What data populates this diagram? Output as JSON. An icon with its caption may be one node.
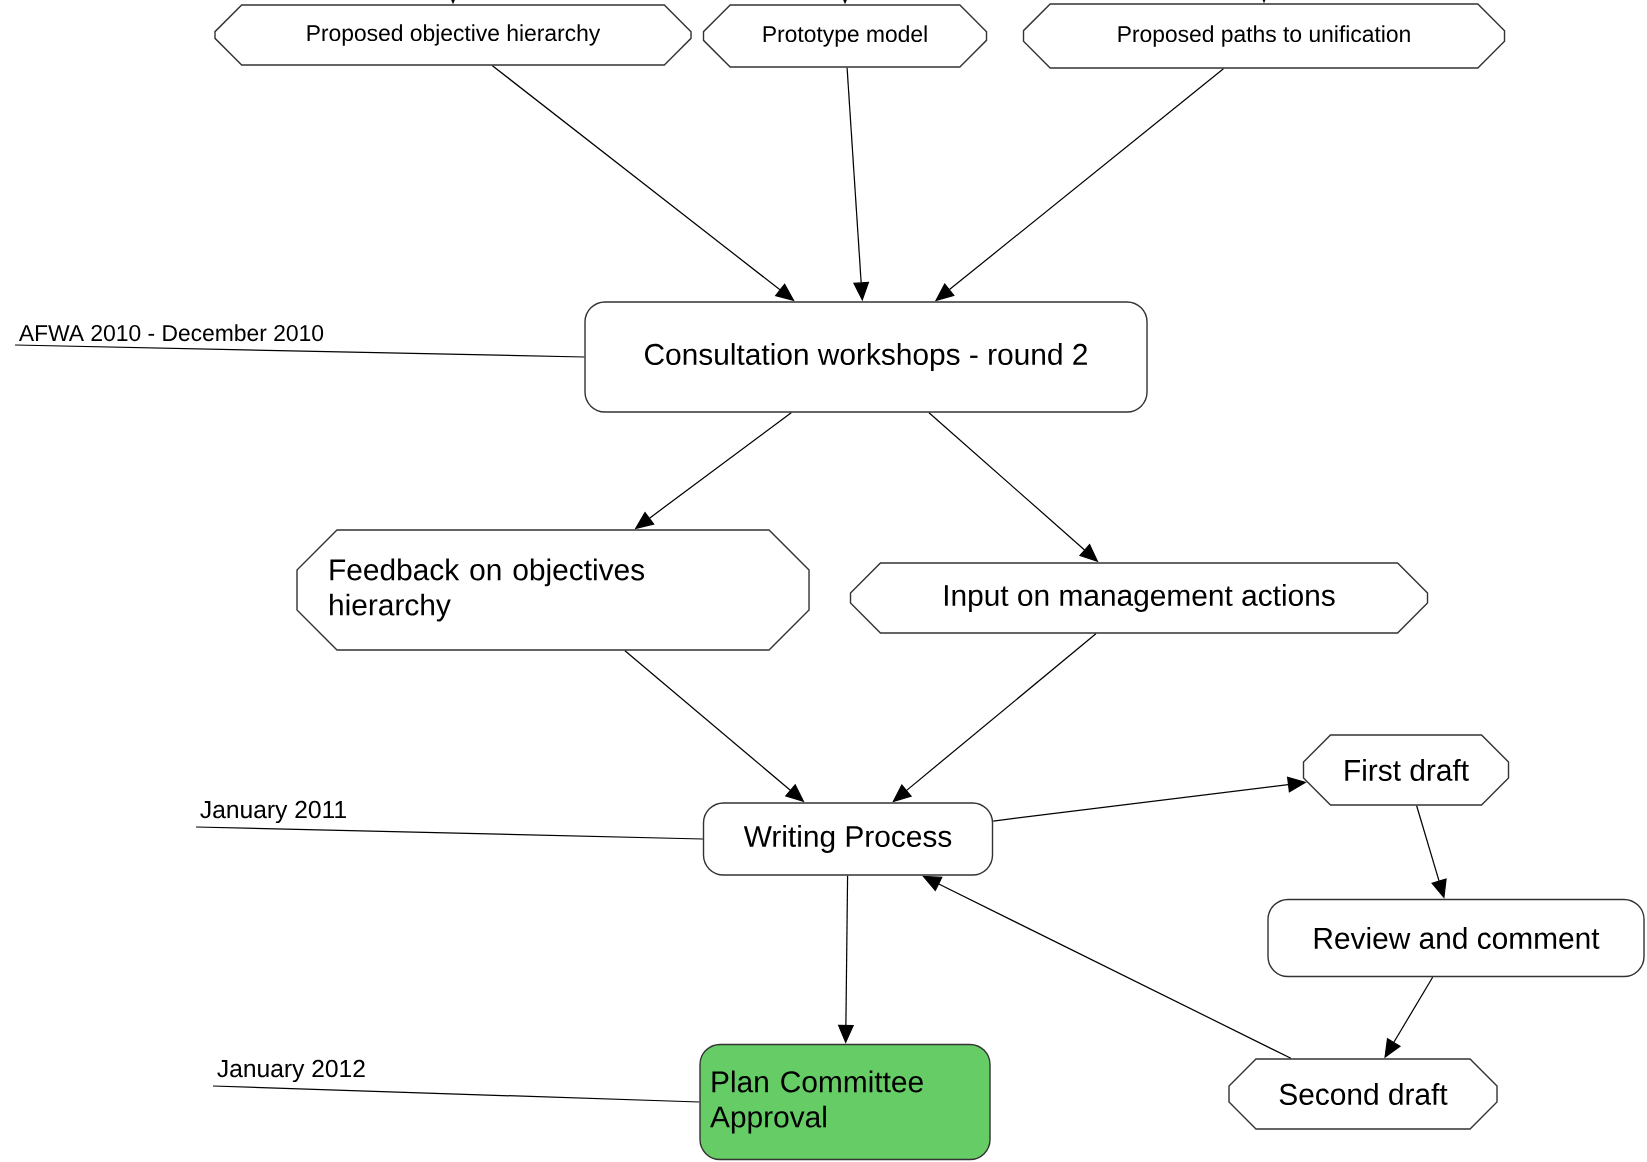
{
  "diagram": {
    "nodes": [
      {
        "text": [
          "Proposed objective hierarchy"
        ]
      },
      {
        "text": [
          "Prototype model"
        ]
      },
      {
        "text": [
          "Proposed paths to unification"
        ]
      },
      {
        "text": [
          "AFWA 2010 - December 2010"
        ]
      },
      {
        "text": [
          "Consultation workshops - round 2"
        ]
      },
      {
        "text": [
          "Feedback on objectives hierarchy"
        ]
      },
      {
        "text": [
          "Input on management actions"
        ]
      },
      {
        "text": [
          "January 2011"
        ]
      },
      {
        "text": [
          "Writing Process"
        ]
      },
      {
        "text": [
          "First draft"
        ]
      },
      {
        "text": [
          "Review and comment"
        ]
      },
      {
        "text": [
          "January 2012"
        ]
      },
      {
        "text": [
          "Plan Committee Approval"
        ]
      },
      {
        "text": [
          "Second draft"
        ]
      }
    ],
    "edges": [
      {
        "from": null,
        "to": 0,
        "arrow": "to"
      },
      {
        "from": null,
        "to": 1,
        "arrow": "to"
      },
      {
        "from": null,
        "to": 2,
        "arrow": "to"
      },
      {
        "from": 0,
        "to": 4,
        "arrow": "to"
      },
      {
        "from": 1,
        "to": 4,
        "arrow": "to"
      },
      {
        "from": 2,
        "to": 4,
        "arrow": "to"
      },
      {
        "from": 3,
        "to": 4,
        "arrow": "none"
      },
      {
        "from": 4,
        "to": 5,
        "arrow": "to"
      },
      {
        "from": 4,
        "to": 6,
        "arrow": "to"
      },
      {
        "from": 5,
        "to": 8,
        "arrow": "to"
      },
      {
        "from": 6,
        "to": 8,
        "arrow": "to"
      },
      {
        "from": 7,
        "to": 8,
        "arrow": "none"
      },
      {
        "from": 8,
        "to": 9,
        "arrow": "to"
      },
      {
        "from": 9,
        "to": 10,
        "arrow": "to"
      },
      {
        "from": 10,
        "to": 13,
        "arrow": "to"
      },
      {
        "from": 13,
        "to": 8,
        "arrow": "to"
      },
      {
        "from": 8,
        "to": 12,
        "arrow": "to"
      },
      {
        "from": 11,
        "to": 12,
        "arrow": "none"
      }
    ]
  }
}
